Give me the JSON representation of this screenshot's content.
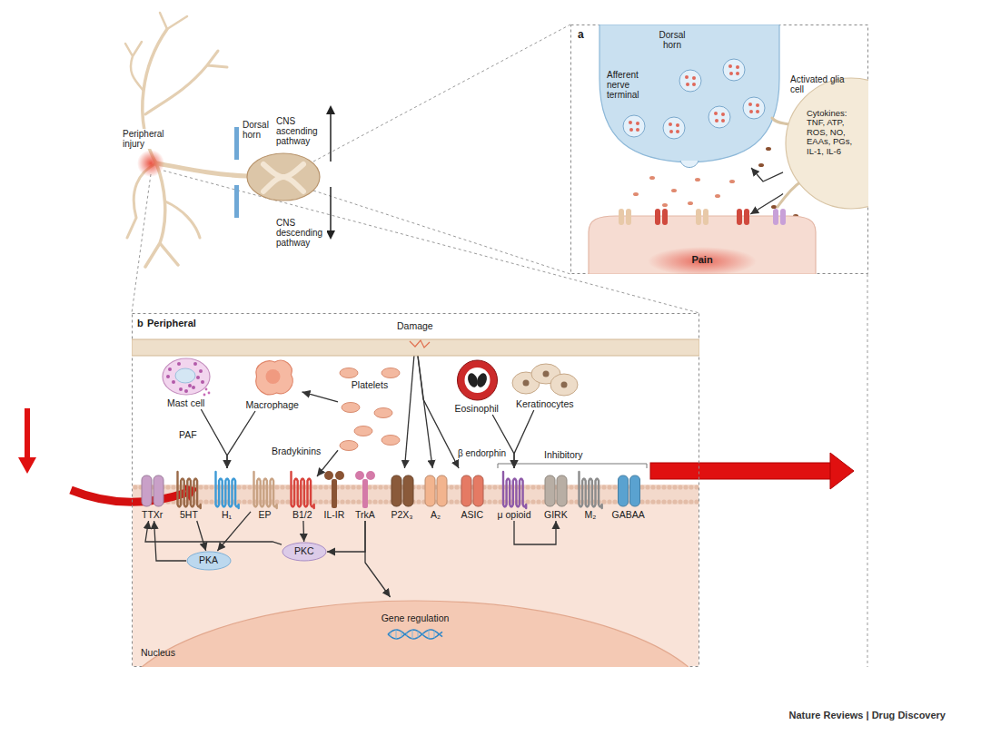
{
  "diagram": {
    "nodes": [
      {
        "text": [
          "a"
        ]
      },
      {
        "text": [
          "Dorsal horn",
          "Afferent nerve terminal"
        ],
        "in": 0
      },
      {
        "text": [
          "Activated glia cell",
          "Cytokines: TNF, ATP, ROS, NO, EAAs, PGs, IL-1, IL-6"
        ],
        "in": 0
      },
      {
        "text": [
          "Pain"
        ],
        "in": 0
      },
      {
        "text": [
          "b",
          "Peripheral"
        ]
      },
      {
        "text": [
          "Damage"
        ],
        "in": 4
      },
      {
        "text": [
          "Mast cell"
        ],
        "in": 4
      },
      {
        "text": [
          "Macrophage"
        ],
        "in": 4
      },
      {
        "text": [
          "Platelets"
        ],
        "in": 4
      },
      {
        "text": [
          "Eosinophil"
        ],
        "in": 4
      },
      {
        "text": [
          "Keratinocytes"
        ],
        "in": 4
      },
      {
        "text": [
          "TTXr"
        ],
        "in": 4
      },
      {
        "text": [
          "5HT"
        ],
        "in": 4
      },
      {
        "text": [
          "H₁"
        ],
        "in": 4
      },
      {
        "text": [
          "EP"
        ],
        "in": 4
      },
      {
        "text": [
          "B1/2"
        ],
        "in": 4
      },
      {
        "text": [
          "IL-IR"
        ],
        "in": 4
      },
      {
        "text": [
          "TrkA"
        ],
        "in": 4
      },
      {
        "text": [
          "P2X₃"
        ],
        "in": 4
      },
      {
        "text": [
          "A₂"
        ],
        "in": 4
      },
      {
        "text": [
          "ASIC"
        ],
        "in": 4
      },
      {
        "text": [
          "μ opioid"
        ],
        "in": 4
      },
      {
        "text": [
          "GIRK"
        ],
        "in": 4
      },
      {
        "text": [
          "M₂"
        ],
        "in": 4
      },
      {
        "text": [
          "GABAA"
        ],
        "in": 4
      },
      {
        "text": [
          "PKA"
        ],
        "in": 4
      },
      {
        "text": [
          "PKC"
        ],
        "in": 4
      },
      {
        "text": [
          "Gene regulation",
          "Nucleus"
        ],
        "in": 4
      }
    ],
    "edges": [
      {
        "from": 2,
        "to": 1,
        "arrow": "to"
      },
      {
        "from": 2,
        "to": 3,
        "arrow": "to"
      },
      {
        "from": 6,
        "to": 13,
        "label": "PAF",
        "arrow": "to"
      },
      {
        "from": 7,
        "to": 13,
        "arrow": "to"
      },
      {
        "from": 8,
        "to": 7,
        "arrow": "to"
      },
      {
        "from": 8,
        "to": 15,
        "label": "Bradykinins",
        "arrow": "to"
      },
      {
        "from": 5,
        "to": 18,
        "arrow": "to"
      },
      {
        "from": 5,
        "to": 19,
        "arrow": "to"
      },
      {
        "from": 5,
        "to": 20,
        "arrow": "to"
      },
      {
        "from": 9,
        "to": 21,
        "label": "β endorphin",
        "arrow": "to"
      },
      {
        "from": 10,
        "to": 21,
        "arrow": "to"
      },
      {
        "from": 21,
        "to": 22,
        "arrow": "to"
      },
      {
        "from": 12,
        "to": 25,
        "arrow": "to"
      },
      {
        "from": 14,
        "to": 25,
        "arrow": "to"
      },
      {
        "from": 25,
        "to": 11,
        "arrow": "to"
      },
      {
        "from": 15,
        "to": 26,
        "arrow": "to"
      },
      {
        "from": 17,
        "to": 26,
        "arrow": "to"
      },
      {
        "from": 26,
        "to": 11,
        "arrow": "to"
      },
      {
        "from": 17,
        "to": 27,
        "arrow": "to"
      }
    ],
    "labels": [
      "Peripheral injury",
      "Dorsal horn",
      "CNS ascending pathway",
      "CNS descending pathway",
      "Inhibitory",
      "Nature Reviews | Drug Discovery"
    ]
  }
}
